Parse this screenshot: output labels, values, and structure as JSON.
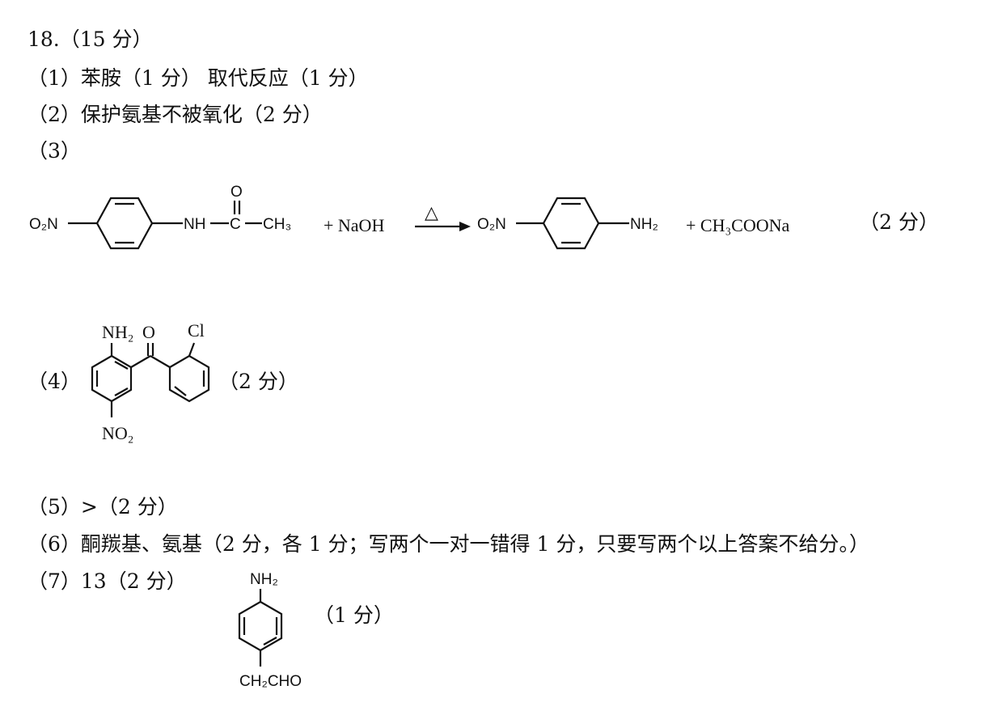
{
  "header": {
    "question": "18.（15 分）"
  },
  "answers": {
    "a1": "（1）苯胺（1 分） 取代反应（1 分）",
    "a2": "（2）保护氨基不被氧化（2 分）",
    "a3": "（3）",
    "a4": "（4）",
    "a4_score": "（2 分）",
    "a5": "（5）>（2 分）",
    "a6": "（6）酮羰基、氨基（2 分，各 1 分；写两个一对一错得 1 分，只要写两个以上答案不给分。）",
    "a7": "（7）13（2 分）",
    "a7_score": "（1 分）"
  },
  "reaction": {
    "reactant_group_left": "O₂N",
    "reactant_nh": "NH",
    "reactant_o": "O",
    "reactant_c": "C",
    "reactant_ch3": "CH₃",
    "plus1": "+ NaOH",
    "heat": "△",
    "product_o2n": "O₂N",
    "product_nh2": "NH₂",
    "plus2": "+ CH₃COONa",
    "score": "（2 分）"
  },
  "structure4": {
    "nh2": "NH₂",
    "o": "O",
    "cl": "Cl",
    "no2": "NO₂"
  },
  "structure7": {
    "nh2": "NH₂",
    "ch2cho": "CH₂CHO"
  }
}
